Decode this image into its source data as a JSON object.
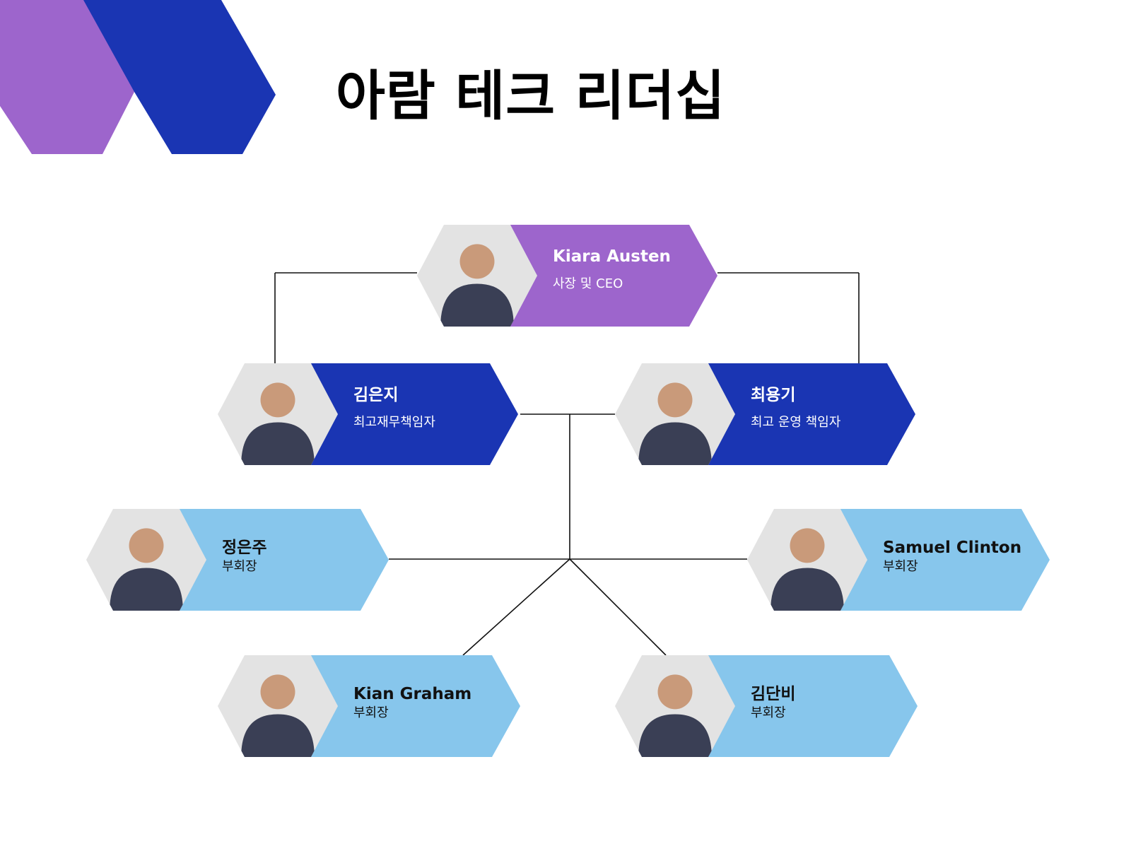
{
  "title": "아람 테크 리더십",
  "colors": {
    "purple": "#9D65CC",
    "royal_blue": "#1A35B3",
    "light_blue": "#87C6EC",
    "photo_bg": "#E3E3E3",
    "connector": "#111111"
  },
  "people": [
    {
      "id": "ceo",
      "name": "Kiara Austen",
      "role": "사장 및 CEO",
      "tier": "purple"
    },
    {
      "id": "cfo",
      "name": "김은지",
      "role": "최고재무책임자",
      "tier": "royal_blue"
    },
    {
      "id": "coo",
      "name": "최용기",
      "role": "최고 운영 책임자",
      "tier": "royal_blue"
    },
    {
      "id": "vp1",
      "name": "정은주",
      "role": "부회장",
      "tier": "light_blue"
    },
    {
      "id": "vp2",
      "name": "Samuel Clinton",
      "role": "부회장",
      "tier": "light_blue"
    },
    {
      "id": "vp3",
      "name": "Kian Graham",
      "role": "부회장",
      "tier": "light_blue"
    },
    {
      "id": "vp4",
      "name": "김단비",
      "role": "부회장",
      "tier": "light_blue"
    }
  ]
}
